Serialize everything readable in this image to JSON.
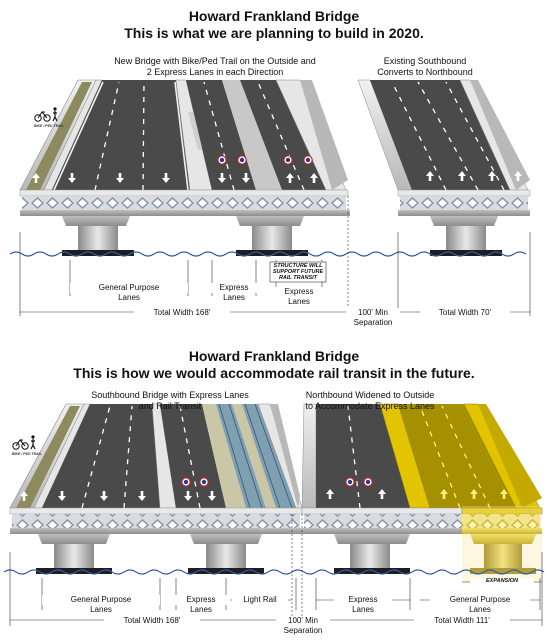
{
  "top": {
    "title_line1": "Howard Frankland Bridge",
    "title_line2": "This is what we are planning to build in 2020.",
    "left_heading_line1": "New Bridge with Bike/Ped Trail on the Outside and",
    "left_heading_line2": "2 Express Lanes in each Direction",
    "right_heading_line1": "Existing Southbound",
    "right_heading_line2": "Converts to Northbound",
    "trail_label": "BIKE / PED TRAIL",
    "structure_note_line1": "STRUCTURE WILL",
    "structure_note_line2": "SUPPORT FUTURE",
    "structure_note_line3": "RAIL TRANSIT",
    "dims": {
      "general_purpose_line1": "General Purpose",
      "general_purpose_line2": "Lanes",
      "express_a_line1": "Express",
      "express_a_line2": "Lanes",
      "express_b_line1": "Express",
      "express_b_line2": "Lanes",
      "total_width_left": "Total Width 168'",
      "separation_line1": "100' Min",
      "separation_line2": "Separation",
      "total_width_right": "Total Width 70'"
    }
  },
  "bottom": {
    "title_line1": "Howard Frankland Bridge",
    "title_line2": "This is how we would accommodate rail transit in the future.",
    "left_heading_line1": "Southbound Bridge with Express Lanes",
    "left_heading_line2": "and Rail Transit",
    "right_heading_line1": "Northbound Widened to Outside",
    "right_heading_line2": "to Accommodate Express Lanes",
    "trail_label": "BIKE / PED TRAIL",
    "expansion_label": "EXPANSION",
    "dims": {
      "general_purpose_left_line1": "General Purpose",
      "general_purpose_left_line2": "Lanes",
      "express_left_line1": "Express",
      "express_left_line2": "Lanes",
      "light_rail": "Light Rail",
      "express_right_line1": "Express",
      "express_right_line2": "Lanes",
      "general_purpose_right_line1": "General Purpose",
      "general_purpose_right_line2": "Lanes",
      "total_width_left": "Total Width 168'",
      "separation_line1": "100' Min",
      "separation_line2": "Separation",
      "total_width_right": "Total Width 111'"
    }
  },
  "colors": {
    "road": "#4a4a4a",
    "shoulder": "#c8c8c8",
    "barrier": "#e6e6e6",
    "trail": "#8c8a5e",
    "expansion": "#e3c400",
    "water": "#2f5ea8",
    "rail": "#7f9fb3"
  },
  "icons": {
    "express_shield": "express-lane-shield-icon",
    "bike_ped": "bike-ped-icon"
  }
}
